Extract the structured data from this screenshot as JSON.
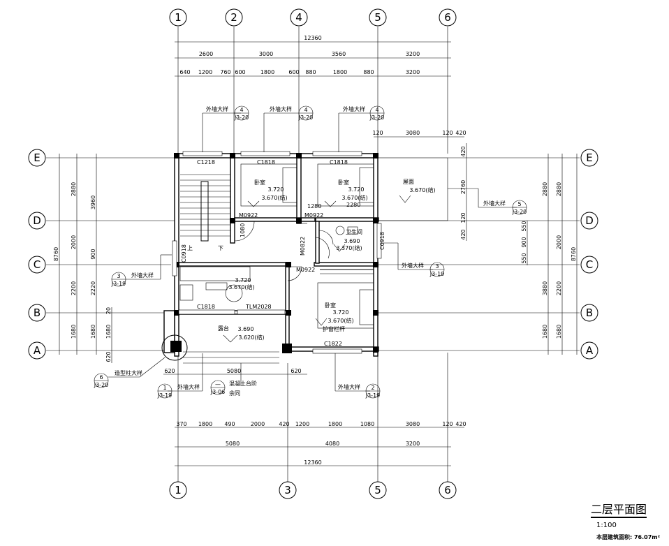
{
  "title": "二层平面图",
  "scale": "1:100",
  "area_note": "本层建筑面积: 76.07m²",
  "axes": {
    "top": [
      "1",
      "2",
      "4",
      "5",
      "6"
    ],
    "bottom": [
      "1",
      "3",
      "5",
      "6"
    ],
    "rows": [
      "E",
      "D",
      "C",
      "B",
      "A"
    ]
  },
  "dims_top": {
    "total": "12360",
    "row1": [
      "2600",
      "3000",
      "3560",
      "3200"
    ],
    "row2": [
      "640",
      "1200",
      "760",
      "600",
      "1800",
      "600",
      "880",
      "1800",
      "880",
      "3200"
    ]
  },
  "dims_right_small": [
    "120",
    "3080",
    "120",
    "420"
  ],
  "dims_bottom": {
    "row1": [
      "370",
      "1800",
      "490",
      "2000",
      "420",
      "1200",
      "1800",
      "1080",
      "3080",
      "120",
      "420"
    ],
    "row2": [
      "5080",
      "4080",
      "3200"
    ],
    "total": "12360",
    "mid": [
      "620",
      "5080",
      "620"
    ]
  },
  "dims_left": {
    "outer": "8760",
    "c1": [
      "2880",
      "2000",
      "2200",
      "1680"
    ],
    "c2": [
      "3960",
      "900",
      "2220",
      "1680"
    ],
    "c3": [
      "20",
      "1680",
      "620"
    ]
  },
  "dims_right": {
    "outer": "8760",
    "c1": [
      "2880",
      "2000",
      "2200",
      "1680"
    ],
    "c2": [
      "2880",
      "3880",
      "1680"
    ],
    "small": [
      "420",
      "2760",
      "120",
      "420",
      "550",
      "900",
      "550"
    ]
  },
  "details": {
    "ext_wall": "外墙大样",
    "d4": "4",
    "d20": "J3-20",
    "d19": "J3-19",
    "d5": "5",
    "d3": "3",
    "d1": "1",
    "d2": "2",
    "d6": "6",
    "col_detail": "造型柱大样",
    "minus": "—",
    "d06": "J3-06",
    "concrete": "混凝土台阶",
    "same": "余同"
  },
  "rooms": {
    "bedroom": "卧室",
    "roof": "屋面",
    "bath": "卫生间",
    "terrace": "露台",
    "rail": "护窗栏杆",
    "up": "上",
    "down": "下",
    "e1": "3.720",
    "e2": "3.670(结)",
    "e3": "3.670(结)",
    "e4": "3.690",
    "e5": "3.370(结)",
    "e6": "3.690",
    "e7": "3.620(结)"
  },
  "openings": {
    "c1218": "C1218",
    "c1818": "C1818",
    "m0922": "M0922",
    "m0822": "M0822",
    "c0918": "C0918",
    "tlm2028": "TLM2028",
    "c1822": "C1822",
    "d1280": "1280",
    "d2280": "2280",
    "d1080": "1080"
  }
}
